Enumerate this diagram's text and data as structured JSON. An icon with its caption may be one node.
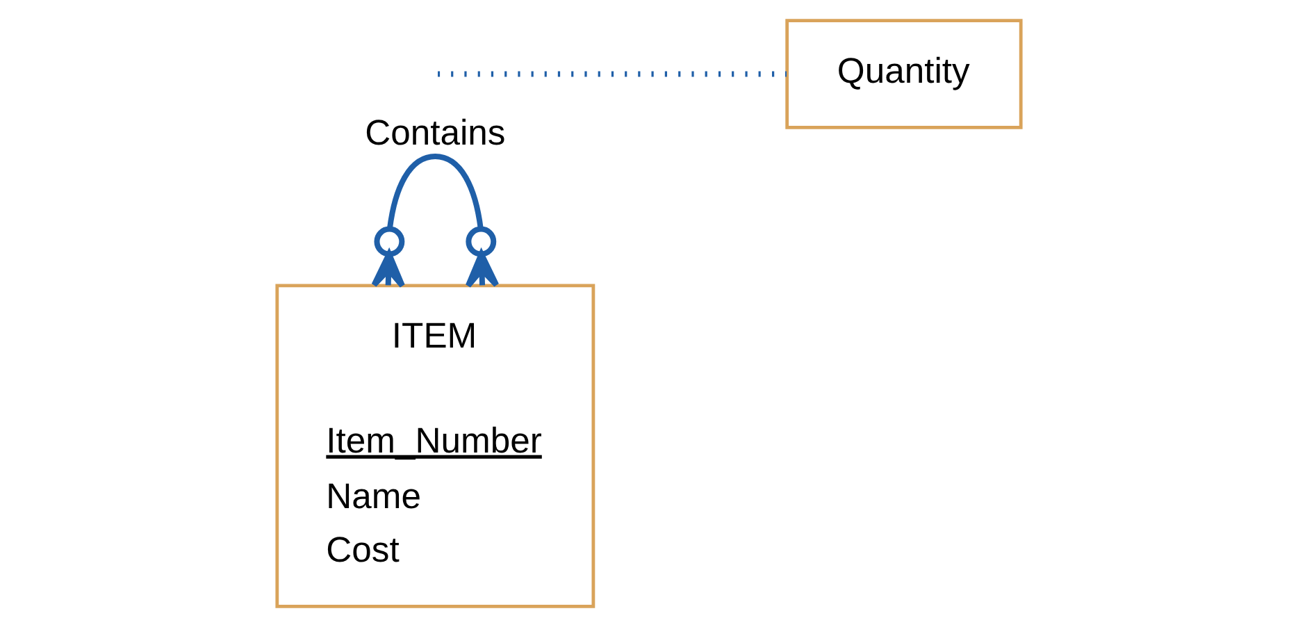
{
  "diagram": {
    "nodes": [
      {
        "text": [
          "ITEM",
          "Item_Number",
          "Name",
          "Cost"
        ]
      },
      {
        "text": [
          "Quantity"
        ]
      }
    ],
    "edges": [
      {
        "from": 0,
        "to": 0,
        "arrow": "other",
        "label": "Contains"
      },
      {
        "from": null,
        "to": 1,
        "arrow": "none",
        "style": "dashed"
      }
    ]
  }
}
